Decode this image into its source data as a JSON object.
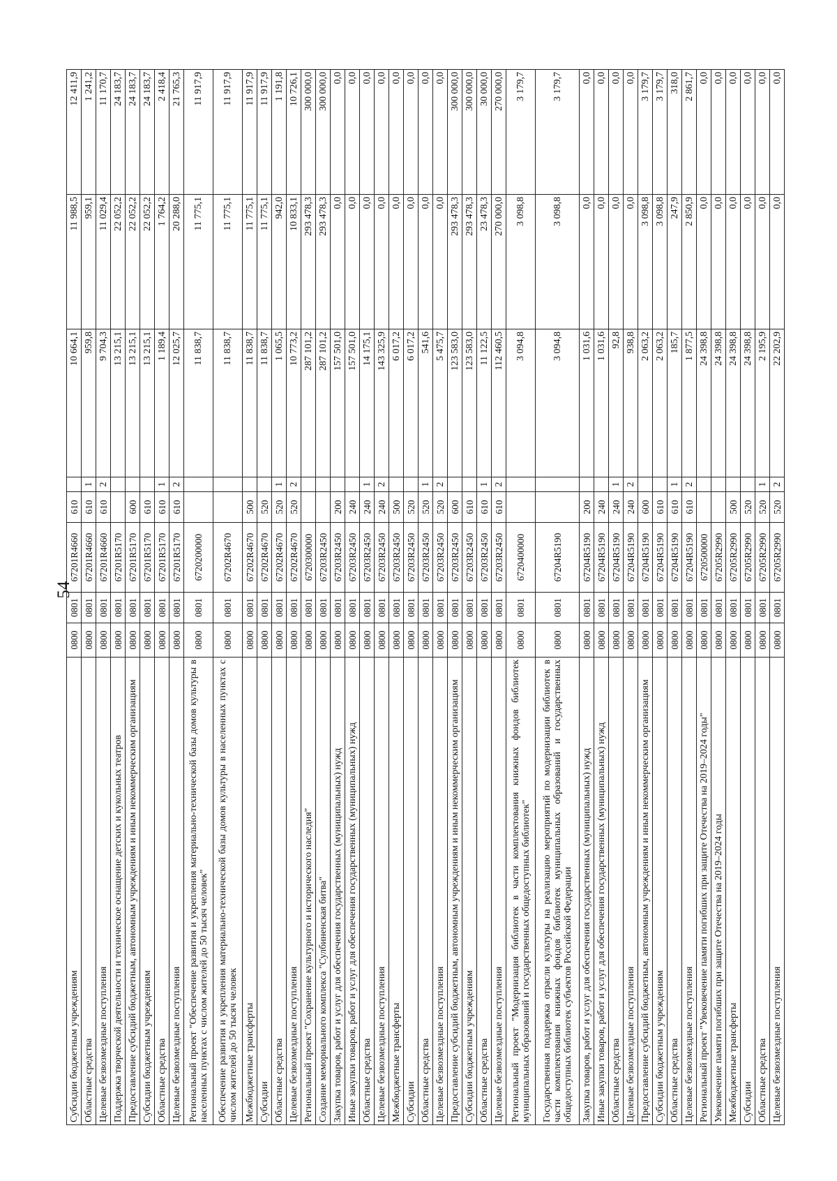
{
  "page": {
    "number": "54"
  },
  "rows": [
    {
      "name": "Субсидии бюджетным учреждениям",
      "rz": "0800",
      "pr": "0801",
      "csr": "67201R4660",
      "vr": "610",
      "f": "",
      "v1": "10 664,1",
      "v2": "11 988,5",
      "v3": "12 411,9"
    },
    {
      "name": "Областные средства",
      "rz": "0800",
      "pr": "0801",
      "csr": "67201R4660",
      "vr": "610",
      "f": "1",
      "v1": "959,8",
      "v2": "959,1",
      "v3": "1 241,2"
    },
    {
      "name": "Целевые безвозмездные поступления",
      "rz": "0800",
      "pr": "0801",
      "csr": "67201R4660",
      "vr": "610",
      "f": "2",
      "v1": "9 704,3",
      "v2": "11 029,4",
      "v3": "11 170,7"
    },
    {
      "name": "Поддержка творческой деятельности и техническое оснащение детских и кукольных театров",
      "rz": "0800",
      "pr": "0801",
      "csr": "67201R5170",
      "vr": "",
      "f": "",
      "v1": "13 215,1",
      "v2": "22 052,2",
      "v3": "24 183,7"
    },
    {
      "name": "Предоставление субсидий бюджетным, автономным учреждениям и иным некоммерческим организациям",
      "rz": "0800",
      "pr": "0801",
      "csr": "67201R5170",
      "vr": "600",
      "f": "",
      "v1": "13 215,1",
      "v2": "22 052,2",
      "v3": "24 183,7"
    },
    {
      "name": "Субсидии бюджетным учреждениям",
      "rz": "0800",
      "pr": "0801",
      "csr": "67201R5170",
      "vr": "610",
      "f": "",
      "v1": "13 215,1",
      "v2": "22 052,2",
      "v3": "24 183,7"
    },
    {
      "name": "Областные средства",
      "rz": "0800",
      "pr": "0801",
      "csr": "67201R5170",
      "vr": "610",
      "f": "1",
      "v1": "1 189,4",
      "v2": "1 764,2",
      "v3": "2 418,4"
    },
    {
      "name": "Целевые безвозмездные поступления",
      "rz": "0800",
      "pr": "0801",
      "csr": "67201R5170",
      "vr": "610",
      "f": "2",
      "v1": "12 025,7",
      "v2": "20 288,0",
      "v3": "21 765,3"
    },
    {
      "name": "Региональный проект \"Обеспечение развития и укрепления материально-технической базы домов культуры в населенных пунктах с числом жителей до 50 тысяч человек\"",
      "rz": "0800",
      "pr": "0801",
      "csr": "6720200000",
      "vr": "",
      "f": "",
      "v1": "11 838,7",
      "v2": "11 775,1",
      "v3": "11 917,9"
    },
    {
      "name": "Обеспечение развития и укрепления материально-технической базы домов культуры в населенных пунктах с числом жителей до 50 тысяч человек",
      "rz": "0800",
      "pr": "0801",
      "csr": "67202R4670",
      "vr": "",
      "f": "",
      "v1": "11 838,7",
      "v2": "11 775,1",
      "v3": "11 917,9"
    },
    {
      "name": "Межбюджетные трансферты",
      "rz": "0800",
      "pr": "0801",
      "csr": "67202R4670",
      "vr": "500",
      "f": "",
      "v1": "11 838,7",
      "v2": "11 775,1",
      "v3": "11 917,9"
    },
    {
      "name": "Субсидии",
      "rz": "0800",
      "pr": "0801",
      "csr": "67202R4670",
      "vr": "520",
      "f": "",
      "v1": "11 838,7",
      "v2": "11 775,1",
      "v3": "11 917,9"
    },
    {
      "name": "Областные средства",
      "rz": "0800",
      "pr": "0801",
      "csr": "67202R4670",
      "vr": "520",
      "f": "1",
      "v1": "1 065,5",
      "v2": "942,0",
      "v3": "1 191,8"
    },
    {
      "name": "Целевые безвозмездные поступления",
      "rz": "0800",
      "pr": "0801",
      "csr": "67202R4670",
      "vr": "520",
      "f": "2",
      "v1": "10 773,2",
      "v2": "10 833,1",
      "v3": "10 726,1"
    },
    {
      "name": "Региональный проект \"Сохранение культурного и исторического наследия\"",
      "rz": "0800",
      "pr": "0801",
      "csr": "6720300000",
      "vr": "",
      "f": "",
      "v1": "287 101,2",
      "v2": "293 478,3",
      "v3": "300 000,0"
    },
    {
      "name": "Создание мемориального комплекса \"Сулбиненская битва\"",
      "rz": "0800",
      "pr": "0801",
      "csr": "67203R2450",
      "vr": "",
      "f": "",
      "v1": "287 101,2",
      "v2": "293 478,3",
      "v3": "300 000,0"
    },
    {
      "name": "Закупка товаров, работ и услуг для обеспечения государственных (муниципальных) нужд",
      "rz": "0800",
      "pr": "0801",
      "csr": "67203R2450",
      "vr": "200",
      "f": "",
      "v1": "157 501,0",
      "v2": "0,0",
      "v3": "0,0"
    },
    {
      "name": "Иные закупки товаров, работ и услуг для обеспечения государственных (муниципальных) нужд",
      "rz": "0800",
      "pr": "0801",
      "csr": "67203R2450",
      "vr": "240",
      "f": "",
      "v1": "157 501,0",
      "v2": "0,0",
      "v3": "0,0"
    },
    {
      "name": "Областные средства",
      "rz": "0800",
      "pr": "0801",
      "csr": "67203R2450",
      "vr": "240",
      "f": "1",
      "v1": "14 175,1",
      "v2": "0,0",
      "v3": "0,0"
    },
    {
      "name": "Целевые безвозмездные поступления",
      "rz": "0800",
      "pr": "0801",
      "csr": "67203R2450",
      "vr": "240",
      "f": "2",
      "v1": "143 325,9",
      "v2": "0,0",
      "v3": "0,0"
    },
    {
      "name": "Межбюджетные трансферты",
      "rz": "0800",
      "pr": "0801",
      "csr": "67203R2450",
      "vr": "500",
      "f": "",
      "v1": "6 017,2",
      "v2": "0,0",
      "v3": "0,0"
    },
    {
      "name": "Субсидии",
      "rz": "0800",
      "pr": "0801",
      "csr": "67203R2450",
      "vr": "520",
      "f": "",
      "v1": "6 017,2",
      "v2": "0,0",
      "v3": "0,0"
    },
    {
      "name": "Областные средства",
      "rz": "0800",
      "pr": "0801",
      "csr": "67203R2450",
      "vr": "520",
      "f": "1",
      "v1": "541,6",
      "v2": "0,0",
      "v3": "0,0"
    },
    {
      "name": "Целевые безвозмездные поступления",
      "rz": "0800",
      "pr": "0801",
      "csr": "67203R2450",
      "vr": "520",
      "f": "2",
      "v1": "5 475,7",
      "v2": "0,0",
      "v3": "0,0"
    },
    {
      "name": "Предоставление субсидий бюджетным, автономным учреждениям и иным некоммерческим организациям",
      "rz": "0800",
      "pr": "0801",
      "csr": "67203R2450",
      "vr": "600",
      "f": "",
      "v1": "123 583,0",
      "v2": "293 478,3",
      "v3": "300 000,0"
    },
    {
      "name": "Субсидии бюджетным учреждениям",
      "rz": "0800",
      "pr": "0801",
      "csr": "67203R2450",
      "vr": "610",
      "f": "",
      "v1": "123 583,0",
      "v2": "293 478,3",
      "v3": "300 000,0"
    },
    {
      "name": "Областные средства",
      "rz": "0800",
      "pr": "0801",
      "csr": "67203R2450",
      "vr": "610",
      "f": "1",
      "v1": "11 122,5",
      "v2": "23 478,3",
      "v3": "30 000,0"
    },
    {
      "name": "Целевые безвозмездные поступления",
      "rz": "0800",
      "pr": "0801",
      "csr": "67203R2450",
      "vr": "610",
      "f": "2",
      "v1": "112 460,5",
      "v2": "270 000,0",
      "v3": "270 000,0"
    },
    {
      "name": "Региональный проект \"Модернизация библиотек в части комплектования книжных фондов библиотек муниципальных образований и государственных общедоступных библиотек\"",
      "rz": "0800",
      "pr": "0801",
      "csr": "6720400000",
      "vr": "",
      "f": "",
      "v1": "3 094,8",
      "v2": "3 098,8",
      "v3": "3 179,7"
    },
    {
      "name": "Государственная поддержка отрасли культуры на реализацию мероприятий по модернизации библиотек в части комплектования книжных фондов библиотек муниципальных образований и государственных общедоступных библиотек субъектов Российской Федерации",
      "rz": "0800",
      "pr": "0801",
      "csr": "67204R5190",
      "vr": "",
      "f": "",
      "v1": "3 094,8",
      "v2": "3 098,8",
      "v3": "3 179,7"
    },
    {
      "name": "Закупка товаров, работ и услуг для обеспечения государственных (муниципальных) нужд",
      "rz": "0800",
      "pr": "0801",
      "csr": "67204R5190",
      "vr": "200",
      "f": "",
      "v1": "1 031,6",
      "v2": "0,0",
      "v3": "0,0"
    },
    {
      "name": "Иные закупки товаров, работ и услуг для обеспечения государственных (муниципальных) нужд",
      "rz": "0800",
      "pr": "0801",
      "csr": "67204R5190",
      "vr": "240",
      "f": "",
      "v1": "1 031,6",
      "v2": "0,0",
      "v3": "0,0"
    },
    {
      "name": "Областные средства",
      "rz": "0800",
      "pr": "0801",
      "csr": "67204R5190",
      "vr": "240",
      "f": "1",
      "v1": "92,8",
      "v2": "0,0",
      "v3": "0,0"
    },
    {
      "name": "Целевые безвозмездные поступления",
      "rz": "0800",
      "pr": "0801",
      "csr": "67204R5190",
      "vr": "240",
      "f": "2",
      "v1": "938,8",
      "v2": "0,0",
      "v3": "0,0"
    },
    {
      "name": "Предоставление субсидий бюджетным, автономным учреждениям и иным некоммерческим организациям",
      "rz": "0800",
      "pr": "0801",
      "csr": "67204R5190",
      "vr": "600",
      "f": "",
      "v1": "2 063,2",
      "v2": "3 098,8",
      "v3": "3 179,7"
    },
    {
      "name": "Субсидии бюджетным учреждениям",
      "rz": "0800",
      "pr": "0801",
      "csr": "67204R5190",
      "vr": "610",
      "f": "",
      "v1": "2 063,2",
      "v2": "3 098,8",
      "v3": "3 179,7"
    },
    {
      "name": "Областные средства",
      "rz": "0800",
      "pr": "0801",
      "csr": "67204R5190",
      "vr": "610",
      "f": "1",
      "v1": "185,7",
      "v2": "247,9",
      "v3": "318,0"
    },
    {
      "name": "Целевые безвозмездные поступления",
      "rz": "0800",
      "pr": "0801",
      "csr": "67204R5190",
      "vr": "610",
      "f": "2",
      "v1": "1 877,5",
      "v2": "2 850,9",
      "v3": "2 861,7"
    },
    {
      "name": "Региональный проект \"Увековечение памяти погибших при защите Отечества на 2019–2024 годы\"",
      "rz": "0800",
      "pr": "0801",
      "csr": "6720500000",
      "vr": "",
      "f": "",
      "v1": "24 398,8",
      "v2": "0,0",
      "v3": "0,0"
    },
    {
      "name": "Увековечение памяти погибших при защите Отечества на 2019–2024 годы",
      "rz": "0800",
      "pr": "0801",
      "csr": "67205R2990",
      "vr": "",
      "f": "",
      "v1": "24 398,8",
      "v2": "0,0",
      "v3": "0,0"
    },
    {
      "name": "Межбюджетные трансферты",
      "rz": "0800",
      "pr": "0801",
      "csr": "67205R2990",
      "vr": "500",
      "f": "",
      "v1": "24 398,8",
      "v2": "0,0",
      "v3": "0,0"
    },
    {
      "name": "Субсидии",
      "rz": "0800",
      "pr": "0801",
      "csr": "67205R2990",
      "vr": "520",
      "f": "",
      "v1": "24 398,8",
      "v2": "0,0",
      "v3": "0,0"
    },
    {
      "name": "Областные средства",
      "rz": "0800",
      "pr": "0801",
      "csr": "67205R2990",
      "vr": "520",
      "f": "1",
      "v1": "2 195,9",
      "v2": "0,0",
      "v3": "0,0"
    },
    {
      "name": "Целевые безвозмездные поступления",
      "rz": "0800",
      "pr": "0801",
      "csr": "67205R2990",
      "vr": "520",
      "f": "2",
      "v1": "22 202,9",
      "v2": "0,0",
      "v3": "0,0"
    }
  ]
}
